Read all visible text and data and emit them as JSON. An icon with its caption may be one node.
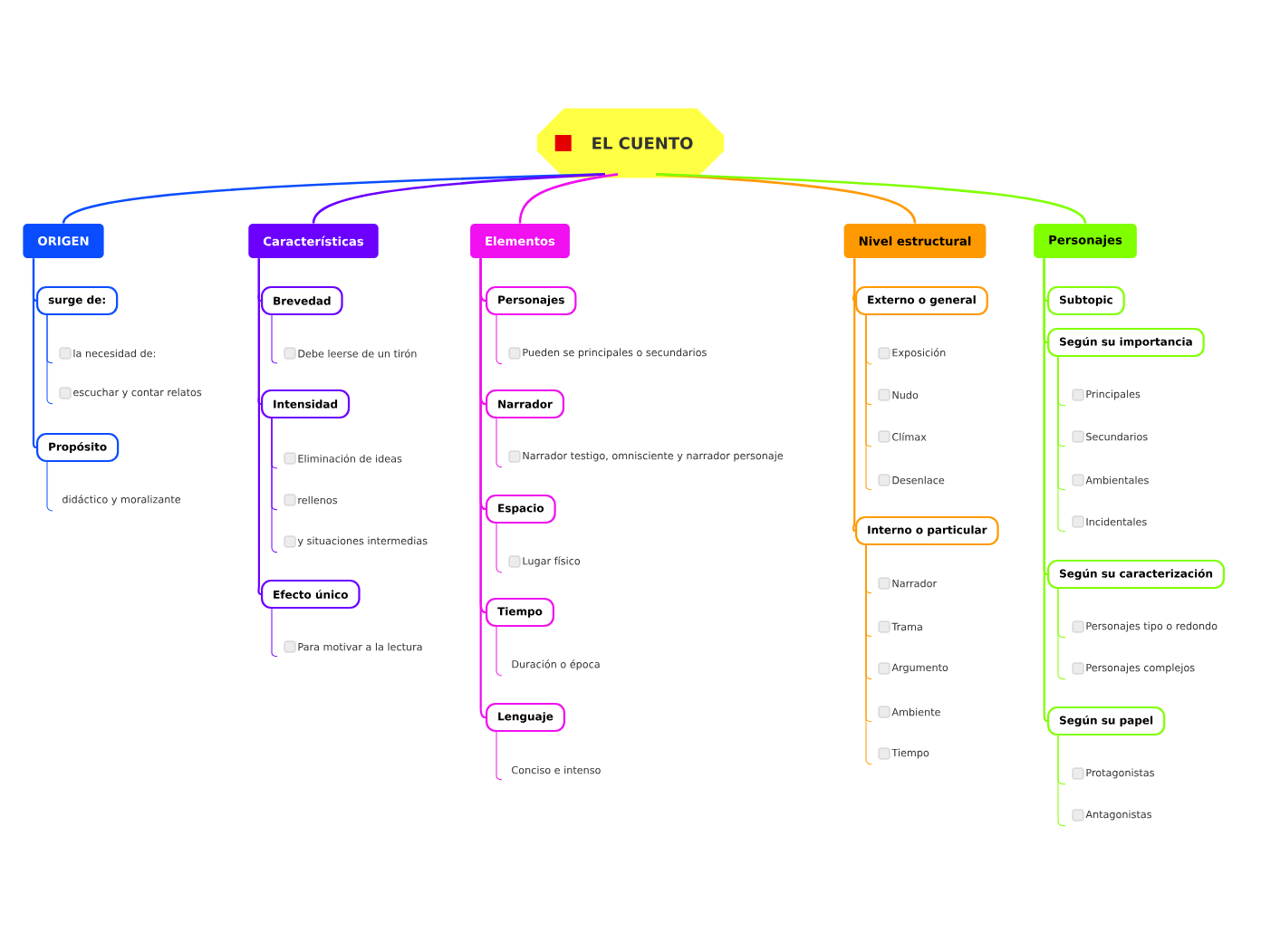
{
  "diagram": {
    "nodes": [
      {
        "text": [
          "EL CUENTO"
        ]
      },
      {
        "text": [
          "ORIGEN"
        ]
      },
      {
        "text": [
          "Características"
        ]
      },
      {
        "text": [
          "Elementos"
        ]
      },
      {
        "text": [
          "Nivel estructural"
        ]
      },
      {
        "text": [
          "Personajes"
        ]
      },
      {
        "text": [
          "surge de:"
        ]
      },
      {
        "text": [
          "la necesidad de:"
        ]
      },
      {
        "text": [
          "escuchar y contar relatos"
        ]
      },
      {
        "text": [
          "Propósito"
        ]
      },
      {
        "text": [
          "didáctico y moralizante"
        ]
      },
      {
        "text": [
          "Brevedad"
        ]
      },
      {
        "text": [
          "Debe leerse de un tirón"
        ]
      },
      {
        "text": [
          "Intensidad"
        ]
      },
      {
        "text": [
          "Eliminación de ideas"
        ]
      },
      {
        "text": [
          "rellenos"
        ]
      },
      {
        "text": [
          "y situaciones intermedias"
        ]
      },
      {
        "text": [
          "Efecto único"
        ]
      },
      {
        "text": [
          "Para motivar a la lectura"
        ]
      },
      {
        "text": [
          "Personajes"
        ]
      },
      {
        "text": [
          "Pueden se principales o secundarios"
        ]
      },
      {
        "text": [
          "Narrador"
        ]
      },
      {
        "text": [
          "Narrador testigo, omnisciente y narrador personaje"
        ]
      },
      {
        "text": [
          "Espacio"
        ]
      },
      {
        "text": [
          "Lugar físico"
        ]
      },
      {
        "text": [
          "Tiempo"
        ]
      },
      {
        "text": [
          "Duración o época"
        ]
      },
      {
        "text": [
          "Lenguaje"
        ]
      },
      {
        "text": [
          "Conciso e intenso"
        ]
      },
      {
        "text": [
          "Externo o general"
        ]
      },
      {
        "text": [
          "Exposición"
        ]
      },
      {
        "text": [
          "Nudo"
        ]
      },
      {
        "text": [
          "Clímax"
        ]
      },
      {
        "text": [
          "Desenlace"
        ]
      },
      {
        "text": [
          "Interno o particular"
        ]
      },
      {
        "text": [
          "Narrador"
        ]
      },
      {
        "text": [
          "Trama"
        ]
      },
      {
        "text": [
          "Argumento"
        ]
      },
      {
        "text": [
          "Ambiente"
        ]
      },
      {
        "text": [
          "Tiempo"
        ]
      },
      {
        "text": [
          "Subtopic"
        ]
      },
      {
        "text": [
          "Según su importancia"
        ]
      },
      {
        "text": [
          "Principales"
        ]
      },
      {
        "text": [
          "Secundarios"
        ]
      },
      {
        "text": [
          "Ambientales"
        ]
      },
      {
        "text": [
          "Incidentales"
        ]
      },
      {
        "text": [
          "Según su caracterización"
        ]
      },
      {
        "text": [
          "Personajes tipo o redondo"
        ]
      },
      {
        "text": [
          "Personajes complejos"
        ]
      },
      {
        "text": [
          "Según su papel"
        ]
      },
      {
        "text": [
          "Protagonistas"
        ]
      },
      {
        "text": [
          "Antagonistas"
        ]
      }
    ],
    "edges": [
      {
        "from": 0,
        "to": 1,
        "arrow": "none",
        "color": "#0a4dff"
      },
      {
        "from": 0,
        "to": 2,
        "arrow": "none",
        "color": "#6b00ff"
      },
      {
        "from": 0,
        "to": 3,
        "arrow": "none",
        "color": "#f010f0"
      },
      {
        "from": 0,
        "to": 4,
        "arrow": "none",
        "color": "#ff9900"
      },
      {
        "from": 0,
        "to": 5,
        "arrow": "none",
        "color": "#80ff00"
      },
      {
        "from": 1,
        "to": 6,
        "arrow": "none",
        "color": "#0a4dff"
      },
      {
        "from": 6,
        "to": 7,
        "arrow": "none",
        "color": "#0a4dff"
      },
      {
        "from": 6,
        "to": 8,
        "arrow": "none",
        "color": "#0a4dff"
      },
      {
        "from": 1,
        "to": 9,
        "arrow": "none",
        "color": "#0a4dff"
      },
      {
        "from": 9,
        "to": 10,
        "arrow": "none",
        "color": "#0a4dff"
      },
      {
        "from": 2,
        "to": 11,
        "arrow": "none",
        "color": "#6b00ff"
      },
      {
        "from": 11,
        "to": 12,
        "arrow": "none",
        "color": "#6b00ff"
      },
      {
        "from": 2,
        "to": 13,
        "arrow": "none",
        "color": "#6b00ff"
      },
      {
        "from": 13,
        "to": 14,
        "arrow": "none",
        "color": "#6b00ff"
      },
      {
        "from": 13,
        "to": 15,
        "arrow": "none",
        "color": "#6b00ff"
      },
      {
        "from": 13,
        "to": 16,
        "arrow": "none",
        "color": "#6b00ff"
      },
      {
        "from": 2,
        "to": 17,
        "arrow": "none",
        "color": "#6b00ff"
      },
      {
        "from": 17,
        "to": 18,
        "arrow": "none",
        "color": "#6b00ff"
      },
      {
        "from": 3,
        "to": 19,
        "arrow": "none",
        "color": "#f010f0"
      },
      {
        "from": 19,
        "to": 20,
        "arrow": "none",
        "color": "#f010f0"
      },
      {
        "from": 3,
        "to": 21,
        "arrow": "none",
        "color": "#f010f0"
      },
      {
        "from": 21,
        "to": 22,
        "arrow": "none",
        "color": "#f010f0"
      },
      {
        "from": 3,
        "to": 23,
        "arrow": "none",
        "color": "#f010f0"
      },
      {
        "from": 23,
        "to": 24,
        "arrow": "none",
        "color": "#f010f0"
      },
      {
        "from": 3,
        "to": 25,
        "arrow": "none",
        "color": "#f010f0"
      },
      {
        "from": 25,
        "to": 26,
        "arrow": "none",
        "color": "#f010f0"
      },
      {
        "from": 3,
        "to": 27,
        "arrow": "none",
        "color": "#f010f0"
      },
      {
        "from": 27,
        "to": 28,
        "arrow": "none",
        "color": "#f010f0"
      },
      {
        "from": 4,
        "to": 29,
        "arrow": "none",
        "color": "#ff9900"
      },
      {
        "from": 29,
        "to": 30,
        "arrow": "none",
        "color": "#ff9900"
      },
      {
        "from": 29,
        "to": 31,
        "arrow": "none",
        "color": "#ff9900"
      },
      {
        "from": 29,
        "to": 32,
        "arrow": "none",
        "color": "#ff9900"
      },
      {
        "from": 29,
        "to": 33,
        "arrow": "none",
        "color": "#ff9900"
      },
      {
        "from": 4,
        "to": 34,
        "arrow": "none",
        "color": "#ff9900"
      },
      {
        "from": 34,
        "to": 35,
        "arrow": "none",
        "color": "#ff9900"
      },
      {
        "from": 34,
        "to": 36,
        "arrow": "none",
        "color": "#ff9900"
      },
      {
        "from": 34,
        "to": 37,
        "arrow": "none",
        "color": "#ff9900"
      },
      {
        "from": 34,
        "to": 38,
        "arrow": "none",
        "color": "#ff9900"
      },
      {
        "from": 34,
        "to": 39,
        "arrow": "none",
        "color": "#ff9900"
      },
      {
        "from": 5,
        "to": 40,
        "arrow": "none",
        "color": "#80ff00"
      },
      {
        "from": 5,
        "to": 41,
        "arrow": "none",
        "color": "#80ff00"
      },
      {
        "from": 41,
        "to": 42,
        "arrow": "none",
        "color": "#80ff00"
      },
      {
        "from": 41,
        "to": 43,
        "arrow": "none",
        "color": "#80ff00"
      },
      {
        "from": 41,
        "to": 44,
        "arrow": "none",
        "color": "#80ff00"
      },
      {
        "from": 41,
        "to": 45,
        "arrow": "none",
        "color": "#80ff00"
      },
      {
        "from": 5,
        "to": 46,
        "arrow": "none",
        "color": "#80ff00"
      },
      {
        "from": 46,
        "to": 47,
        "arrow": "none",
        "color": "#80ff00"
      },
      {
        "from": 46,
        "to": 48,
        "arrow": "none",
        "color": "#80ff00"
      },
      {
        "from": 5,
        "to": 49,
        "arrow": "none",
        "color": "#80ff00"
      },
      {
        "from": 49,
        "to": 50,
        "arrow": "none",
        "color": "#80ff00"
      },
      {
        "from": 49,
        "to": 51,
        "arrow": "none",
        "color": "#80ff00"
      }
    ]
  }
}
